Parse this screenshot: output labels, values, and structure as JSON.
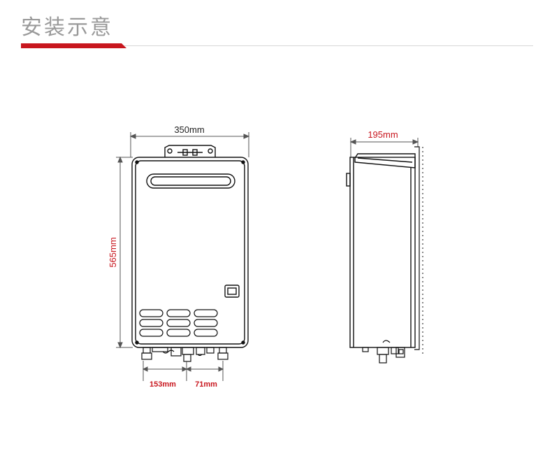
{
  "header": {
    "title": "安装示意",
    "accent_color": "#c8161e"
  },
  "front_view": {
    "width_label": "350mm",
    "height_label": "565mm",
    "pipe_spacing_left_label": "153mm",
    "pipe_spacing_right_label": "71mm"
  },
  "side_view": {
    "depth_label": "195mm"
  },
  "colors": {
    "outline": "#111111",
    "dimension_text_plain": "#222222",
    "dimension_text_highlight": "#c8161e",
    "dimension_line": "#555555"
  }
}
